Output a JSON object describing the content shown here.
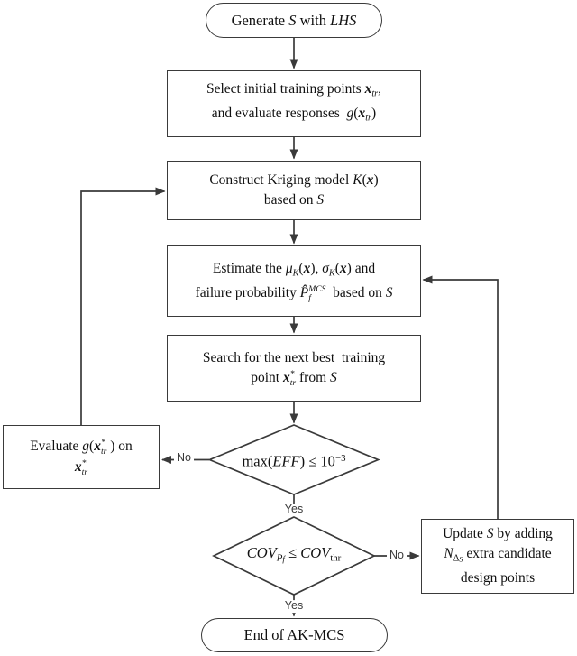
{
  "diagram": {
    "type": "flowchart",
    "topic": "AK-MCS reliability algorithm",
    "colors": {
      "line": "#3a3a3a",
      "text": "#101010",
      "background": "#ffffff"
    },
    "nodes": {
      "start": {
        "shape": "terminator",
        "lines": [
          [
            {
              "t": "Generate "
            },
            {
              "t": "S",
              "s": "it"
            },
            {
              "t": " with "
            },
            {
              "t": "LHS",
              "s": "it"
            }
          ]
        ]
      },
      "select": {
        "shape": "process",
        "lines": [
          [
            {
              "t": "Select initial training points "
            },
            {
              "t": "x",
              "s": "bi"
            },
            {
              "t": "tr",
              "s": "sb it"
            },
            {
              "t": ","
            }
          ],
          [
            {
              "t": "and evaluate responses  "
            },
            {
              "t": "g",
              "s": "it"
            },
            {
              "t": "("
            },
            {
              "t": "x",
              "s": "bi"
            },
            {
              "t": "tr",
              "s": "sb it"
            },
            {
              "t": ")"
            }
          ]
        ]
      },
      "kriging": {
        "shape": "process",
        "lines": [
          [
            {
              "t": "Construct Kriging model "
            },
            {
              "t": "K",
              "s": "it"
            },
            {
              "t": "("
            },
            {
              "t": "x",
              "s": "bi"
            },
            {
              "t": ")"
            }
          ],
          [
            {
              "t": "based on "
            },
            {
              "t": "S",
              "s": "it"
            }
          ]
        ]
      },
      "estimate": {
        "shape": "process",
        "lines": [
          [
            {
              "t": "Estimate the "
            },
            {
              "t": "μ",
              "s": "it"
            },
            {
              "t": "K",
              "s": "sb it"
            },
            {
              "t": "("
            },
            {
              "t": "x",
              "s": "bi"
            },
            {
              "t": "), "
            },
            {
              "t": "σ",
              "s": "it"
            },
            {
              "t": "K",
              "s": "sb it"
            },
            {
              "t": "("
            },
            {
              "t": "x",
              "s": "bi"
            },
            {
              "t": ")"
            },
            {
              "t": " and"
            }
          ],
          [
            {
              "t": "failure probability "
            },
            {
              "t": "P̂",
              "s": "it"
            },
            {
              "t": "MCS|f",
              "s": "stk it"
            },
            {
              "t": "  based on "
            },
            {
              "t": "S",
              "s": "it"
            }
          ]
        ]
      },
      "search": {
        "shape": "process",
        "lines": [
          [
            {
              "t": "Search for the next best  training"
            }
          ],
          [
            {
              "t": "point "
            },
            {
              "t": "x",
              "s": "bi"
            },
            {
              "t": "*|tr",
              "s": "stk it"
            },
            {
              "t": " from "
            },
            {
              "t": "S",
              "s": "it"
            }
          ]
        ]
      },
      "decision_eff": {
        "shape": "decision",
        "lines": [
          [
            {
              "t": "max("
            },
            {
              "t": "EFF",
              "s": "it"
            },
            {
              "t": ") ≤ 10"
            },
            {
              "t": "−3",
              "s": "sp"
            }
          ]
        ]
      },
      "evaluate": {
        "shape": "process",
        "lines": [
          [
            {
              "t": "Evaluate "
            },
            {
              "t": "g",
              "s": "it"
            },
            {
              "t": "("
            },
            {
              "t": "x",
              "s": "bi"
            },
            {
              "t": "*|tr",
              "s": "stk it"
            },
            {
              "t": " ) on"
            }
          ],
          [
            {
              "t": "x",
              "s": "bi"
            },
            {
              "t": "*|tr",
              "s": "stk it"
            }
          ]
        ]
      },
      "decision_cov": {
        "shape": "decision",
        "lines": [
          [
            {
              "t": "COV",
              "s": "it"
            },
            {
              "t": "P",
              "s": "sb it"
            },
            {
              "t": "f",
              "s": "sb2 it"
            },
            {
              "t": " ≤ "
            },
            {
              "t": "COV",
              "s": "it"
            },
            {
              "t": "thr",
              "s": "sb"
            }
          ]
        ]
      },
      "update": {
        "shape": "process",
        "lines": [
          [
            {
              "t": "Update "
            },
            {
              "t": "S",
              "s": "it"
            },
            {
              "t": " by adding"
            }
          ],
          [
            {
              "t": "N",
              "s": "it"
            },
            {
              "t": "Δ",
              "s": "sb"
            },
            {
              "t": "S",
              "s": "sb2 it"
            },
            {
              "t": " extra candidate"
            }
          ],
          [
            {
              "t": "design points"
            }
          ]
        ]
      },
      "end": {
        "shape": "terminator",
        "lines": [
          [
            {
              "t": "End of AK-MCS"
            }
          ]
        ]
      }
    },
    "edge_labels": {
      "no_eff": "No",
      "yes_eff": "Yes",
      "no_cov": "No",
      "yes_cov": "Yes"
    }
  }
}
